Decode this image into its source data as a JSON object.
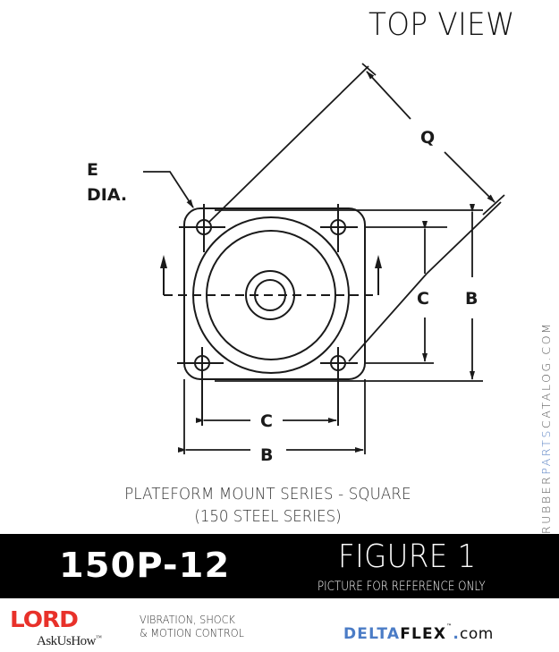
{
  "header": {
    "view_title": "TOP VIEW"
  },
  "drawing": {
    "labels": {
      "e_dia_line1": "E",
      "e_dia_line2": "DIA.",
      "q": "Q",
      "c_vertical": "C",
      "b_vertical": "B",
      "c_horizontal": "C",
      "b_horizontal": "B"
    },
    "line_color": "#1a1a1a"
  },
  "caption": {
    "line1": "PLATEFORM MOUNT SERIES - SQUARE",
    "line2": "(150 STEEL SERIES)"
  },
  "side_watermark": {
    "part1": "RUBBER",
    "part2": "PARTS",
    "part3": "CATALOG",
    "part4": ".COM",
    "accent_color": "#5b83c4"
  },
  "banner": {
    "part_number": "150P-12",
    "figure_label": "FIGURE 1",
    "note": "PICTURE FOR REFERENCE ONLY",
    "background": "#000000"
  },
  "footer": {
    "lord_logo": "LORD",
    "lord_tagline": "AskUsHow",
    "lord_tagline_tm": "™",
    "lord_color": "#e8312a",
    "slogan_line1": "VIBRATION, SHOCK",
    "slogan_line2": "& MOTION CONTROL",
    "deltaflex_blue": "DELTA",
    "deltaflex_black": "FLEX",
    "deltaflex_tm": "™",
    "deltaflex_dot": ".",
    "deltaflex_com": "com",
    "deltaflex_color": "#4b7cc6"
  }
}
